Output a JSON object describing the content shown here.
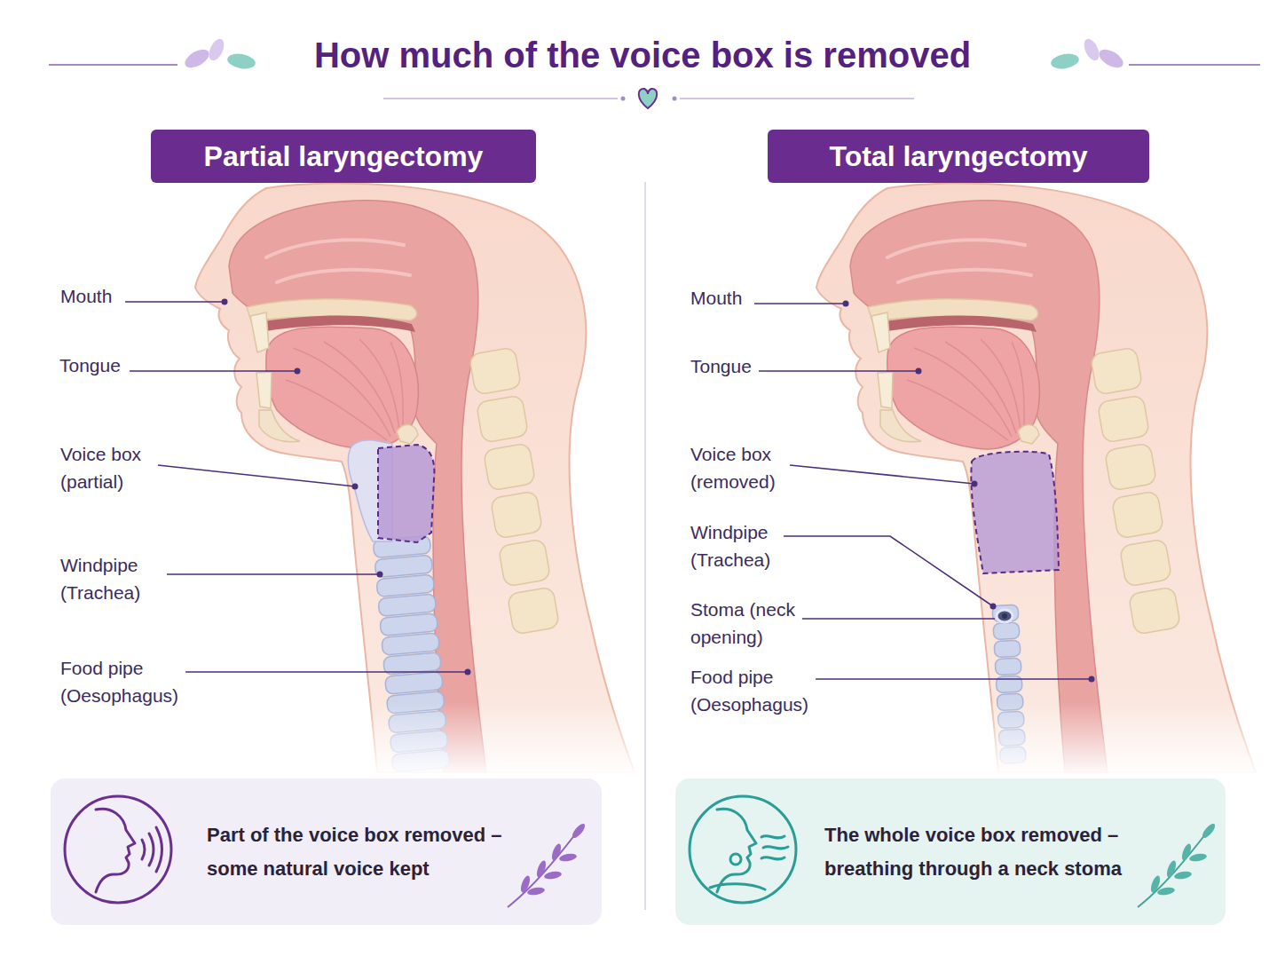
{
  "diagram": {
    "title": "How much of the voice box is removed",
    "nodes": [
      {
        "text": [
          "Partial laryngectomy"
        ]
      },
      {
        "text": [
          "Total laryngectomy"
        ]
      },
      {
        "text": [
          "Part of the voice box removed – some natural voice kept"
        ]
      },
      {
        "text": [
          "The whole voice box removed – breathing through a neck stoma"
        ]
      }
    ],
    "labels": [
      "Mouth",
      "Tongue",
      "Voice box (partial)",
      "Windpipe (Trachea)",
      "Food pipe (Oesophagus)",
      "Mouth",
      "Tongue",
      "Voice box (removed)",
      "Windpipe (Trachea)",
      "Stoma (neck opening)",
      "Food pipe (Oesophagus)"
    ]
  }
}
